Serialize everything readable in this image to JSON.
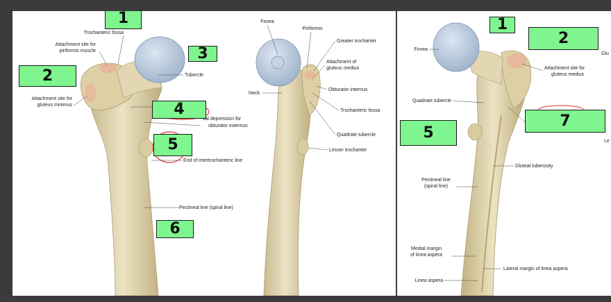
{
  "diagram": {
    "left_panel": {
      "anterior_labels": {
        "trochanteric_fossa": "Trochanteric fossa",
        "piriformis_attach_1": "Attachment site for",
        "piriformis_attach_2": "piriformis muscle",
        "gluteus_minimus_1": "Attachment site for",
        "gluteus_minimus_2": "gluteus minimus",
        "tubercle": "Tubercle",
        "obturator_dep_1": "val depression for",
        "obturator_dep_2": "obturator externus",
        "intertrochanteric_end": "End of intertrochanteric line",
        "pectineal_line": "Pectineal line (spiral line)"
      },
      "medial_labels": {
        "fovea": "Fovea",
        "piriformis": "Piriformis",
        "greater_trochanter": "Greater trochanter",
        "gluteus_medius_1": "Attachment of",
        "gluteus_medius_2": "gluteus medius",
        "obturator_internus": "Obturator internus",
        "neck": "Neck",
        "trochanteric_fossa": "Trochanteric fossa",
        "quadrate_tubercle": "Quadrate tubercle",
        "lesser_trochanter": "Lesser trochanter"
      },
      "boxes": [
        "1",
        "2",
        "3",
        "4",
        "5",
        "6"
      ]
    },
    "right_panel": {
      "labels": {
        "fovea": "Fovea",
        "gluteus_medius_1": "Attachment site for",
        "gluteus_medius_2": "gluteus medius",
        "quadrate_tubercle": "Quadrate tubercle",
        "gluteal_tuberosity": "Gluteal tuberosity",
        "pectineal_1": "Pectineal line",
        "pectineal_2": "(spiral line)",
        "medial_margin_1": "Medial margin",
        "medial_margin_2": "of linea aspera",
        "lateral_margin": "Lateral margin of linea aspera",
        "linea_aspera": "Linea aspera",
        "edge_top": "Glu",
        "edge_mid": "Le"
      },
      "boxes": [
        "1",
        "2",
        "5",
        "7"
      ]
    },
    "colors": {
      "bone": "#e6dcb8",
      "bone_shade": "#c9bb8f",
      "cartilage": "#b8c9de",
      "muscle_attach": "#e8b49a",
      "label_box": "#7ef58e",
      "circle": "#e2534f"
    }
  }
}
